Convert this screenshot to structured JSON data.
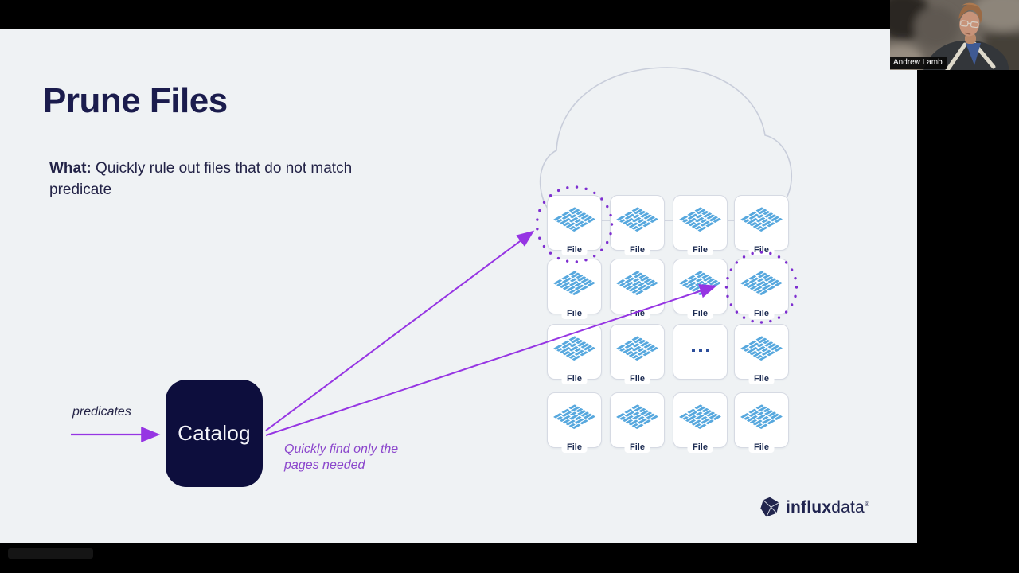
{
  "slide": {
    "title": "Prune Files",
    "what_bold": "What:",
    "what_rest": " Quickly rule out files that do not match predicate",
    "predicates_label": "predicates",
    "catalog_label": "Catalog",
    "note_line1": "Quickly find only the",
    "note_line2": "pages needed",
    "grid": {
      "rows": 4,
      "cols": 4,
      "cells": [
        {
          "type": "file",
          "label": "File",
          "highlighted": true
        },
        {
          "type": "file",
          "label": "File",
          "highlighted": false
        },
        {
          "type": "file",
          "label": "File",
          "highlighted": false
        },
        {
          "type": "file",
          "label": "File",
          "highlighted": false
        },
        {
          "type": "file",
          "label": "File",
          "highlighted": false
        },
        {
          "type": "file",
          "label": "File",
          "highlighted": false
        },
        {
          "type": "file",
          "label": "File",
          "highlighted": false
        },
        {
          "type": "file",
          "label": "File",
          "highlighted": true
        },
        {
          "type": "file",
          "label": "File",
          "highlighted": false
        },
        {
          "type": "file",
          "label": "File",
          "highlighted": false
        },
        {
          "type": "ellipsis",
          "label": ""
        },
        {
          "type": "file",
          "label": "File",
          "highlighted": false
        },
        {
          "type": "file",
          "label": "File",
          "highlighted": false
        },
        {
          "type": "file",
          "label": "File",
          "highlighted": false
        },
        {
          "type": "file",
          "label": "File",
          "highlighted": false
        },
        {
          "type": "file",
          "label": "File",
          "highlighted": false
        }
      ]
    },
    "logo": {
      "bold": "influx",
      "light": "data",
      "registered": "®"
    }
  },
  "webcam": {
    "speaker_name": "Andrew Lamb"
  },
  "colors": {
    "slide_background": "#eff2f4",
    "title_navy": "#1b1c4d",
    "catalog_navy": "#0d0e3d",
    "arrow_purple": "#9635e3",
    "highlight_dot_purple": "#7e2fd0",
    "note_purple": "#8b46cc",
    "file_icon_blue": "#57a8de",
    "card_border": "#d6dae3",
    "cloud_outline": "#c8cdda",
    "ellipsis_dot_blue": "#2d4e9b"
  }
}
